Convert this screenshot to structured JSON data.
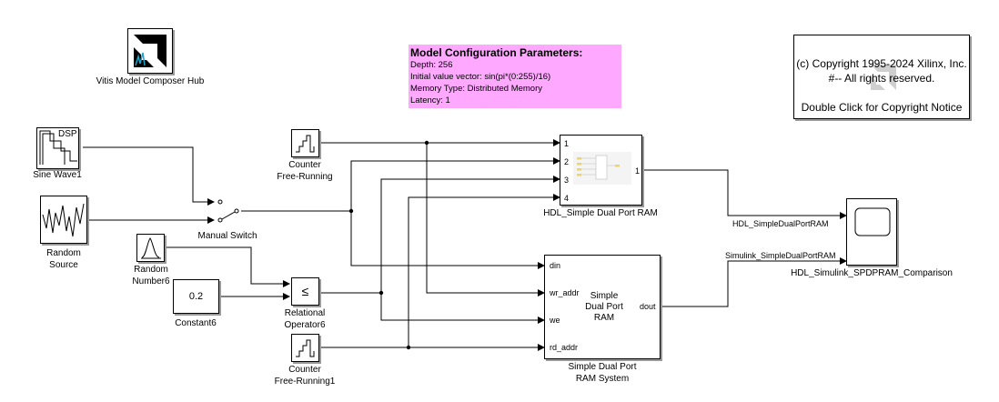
{
  "hub": {
    "label": "Vitis Model Composer Hub"
  },
  "config": {
    "title": "Model Configuration Parameters:",
    "rows": [
      "Depth: 256",
      "Initial value vector: sin(pi*(0:255)/16)",
      "Memory Type: Distributed Memory",
      "Latency: 1"
    ]
  },
  "copyright": {
    "line1": "(c) Copyright 1995-2024 Xilinx, Inc.",
    "line2": "#-- All rights reserved.",
    "line3": "Double Click for Copyright Notice"
  },
  "sine": {
    "label": "Sine Wave1",
    "icon_text": "DSP"
  },
  "random_source": {
    "label_1": "Random",
    "label_2": "Source"
  },
  "random_number": {
    "label_1": "Random",
    "label_2": "Number6"
  },
  "constant": {
    "value": "0.2",
    "label": "Constant6"
  },
  "counter1": {
    "label_1": "Counter",
    "label_2": "Free-Running"
  },
  "counter2": {
    "label_1": "Counter",
    "label_2": "Free-Running1"
  },
  "manual_switch": {
    "label": "Manual Switch"
  },
  "relational": {
    "symbol": "≤",
    "label_1": "Relational",
    "label_2": "Operator6"
  },
  "hdl_ram": {
    "label": "HDL_Simple Dual Port RAM",
    "in_ports": [
      "1",
      "2",
      "3",
      "4"
    ],
    "out_port": "1"
  },
  "sys_ram": {
    "label_1": "Simple Dual Port",
    "label_2": "RAM System",
    "center_1": "Simple",
    "center_2": "Dual Port",
    "center_3": "RAM",
    "in_ports": [
      "din",
      "wr_addr",
      "we",
      "rd_addr"
    ],
    "out_port": "dout"
  },
  "scope": {
    "label": "HDL_Simulink_SPDPRAM_Comparison"
  },
  "signals": {
    "hdl": "HDL_SimpleDualPortRAM",
    "sim": "Simulink_SimpleDualPortRAM"
  }
}
